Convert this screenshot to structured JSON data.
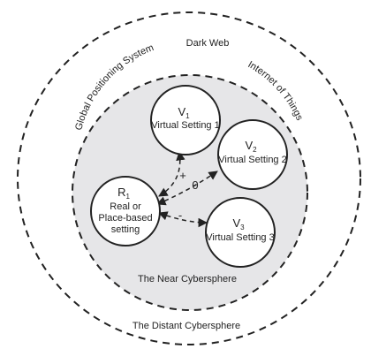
{
  "outer_labels": {
    "gps": "Global Positioning System",
    "dark_web": "Dark Web",
    "iot": "Internet of Things"
  },
  "near_cybersphere": "The Near Cybersphere",
  "distant_cybersphere": "The Distant Cybersphere",
  "nodes": {
    "r1": {
      "symbol": "R",
      "sub": "1",
      "lines": [
        "Real or",
        "Place-based",
        "setting"
      ]
    },
    "v1": {
      "symbol": "V",
      "sub": "1",
      "label": "Virtual Setting 1"
    },
    "v2": {
      "symbol": "V",
      "sub": "2",
      "label": "Virtual Setting 2"
    },
    "v3": {
      "symbol": "V",
      "sub": "3",
      "label": "Virtual Setting 3"
    }
  },
  "relations": {
    "plus": "+",
    "zero": "0",
    "minus": "-"
  },
  "colors": {
    "near_fill": "#e6e6e8",
    "stroke": "#222222"
  }
}
